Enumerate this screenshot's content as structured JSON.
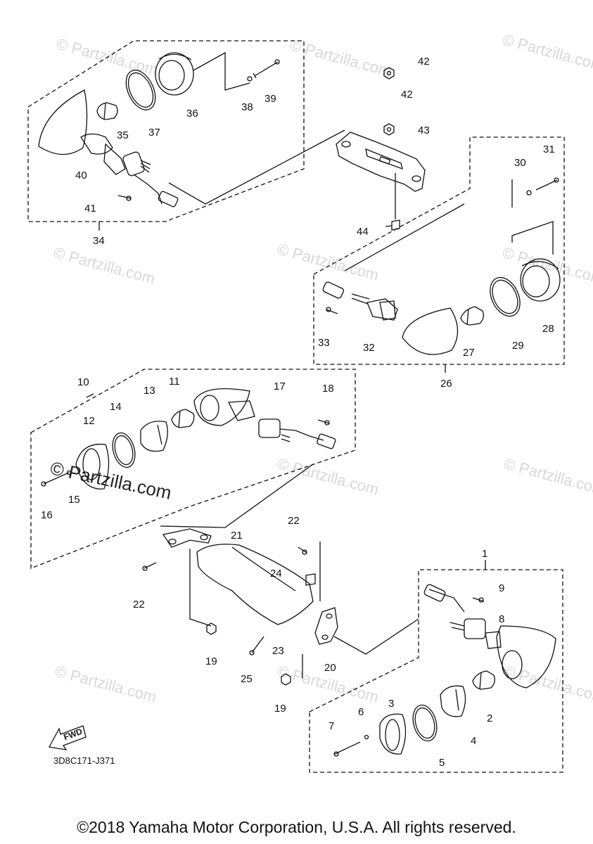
{
  "watermark": "© Partzilla.com",
  "fwd_badge": "FWD",
  "diagram_code": "3D8C171-J371",
  "copyright": "©2018 Yamaha Motor Corporation, U.S.A. All rights reserved.",
  "callouts": {
    "c1": "1",
    "c2": "2",
    "c3": "3",
    "c4": "4",
    "c5": "5",
    "c6": "6",
    "c7": "7",
    "c8": "8",
    "c9": "9",
    "c10": "10",
    "c11": "11",
    "c12": "12",
    "c13": "13",
    "c14": "14",
    "c15": "15",
    "c16": "16",
    "c17": "17",
    "c18": "18",
    "c19a": "19",
    "c19b": "19",
    "c20": "20",
    "c21": "21",
    "c22a": "22",
    "c22b": "22",
    "c23": "23",
    "c24": "24",
    "c25": "25",
    "c26": "26",
    "c27": "27",
    "c28": "28",
    "c29": "29",
    "c30": "30",
    "c31": "31",
    "c32": "32",
    "c33": "33",
    "c34": "34",
    "c35": "35",
    "c36": "36",
    "c37": "37",
    "c38": "38",
    "c39": "39",
    "c40": "40",
    "c41": "41",
    "c42a": "42",
    "c42b": "42",
    "c43": "43",
    "c44": "44"
  }
}
